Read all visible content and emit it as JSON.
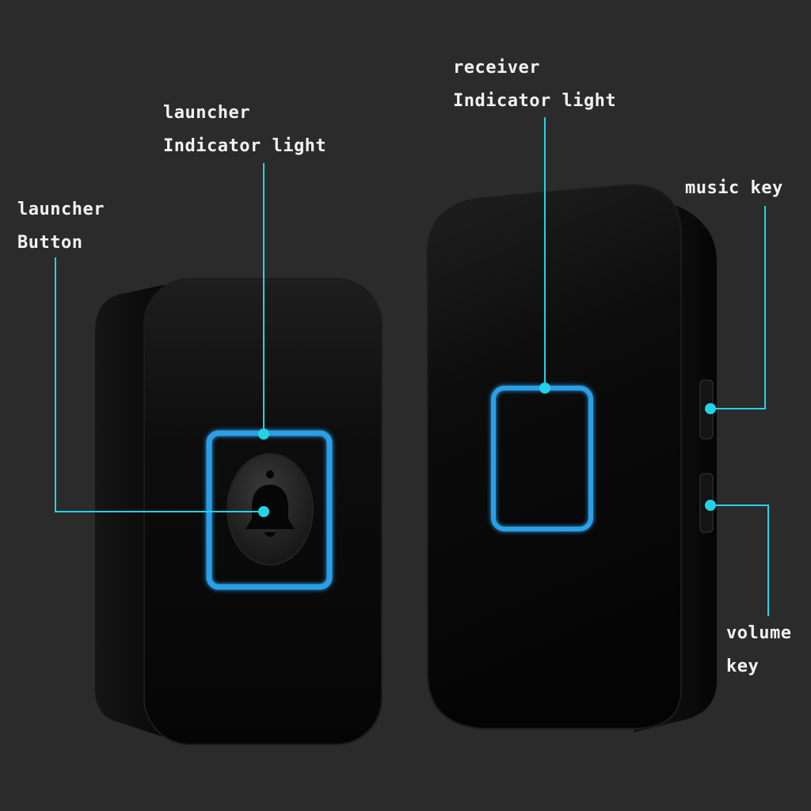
{
  "callouts": {
    "launcher_button": {
      "line1": "launcher",
      "line2": "Button"
    },
    "launcher_indicator": {
      "line1": "launcher",
      "line2": "Indicator light"
    },
    "receiver_indicator": {
      "line1": "receiver",
      "line2": "Indicator light"
    },
    "music_key": {
      "line1": "music key"
    },
    "volume_key": {
      "line1": "volume",
      "line2": "key"
    }
  },
  "colors": {
    "background": "#2b2b2b",
    "device_body": "#0b0b0b",
    "indicator_glow": "#2a9fe8",
    "callout_line": "#22d3e6",
    "label_text": "#f2f2f2"
  },
  "icons": {
    "launcher_button": "bell-icon"
  }
}
